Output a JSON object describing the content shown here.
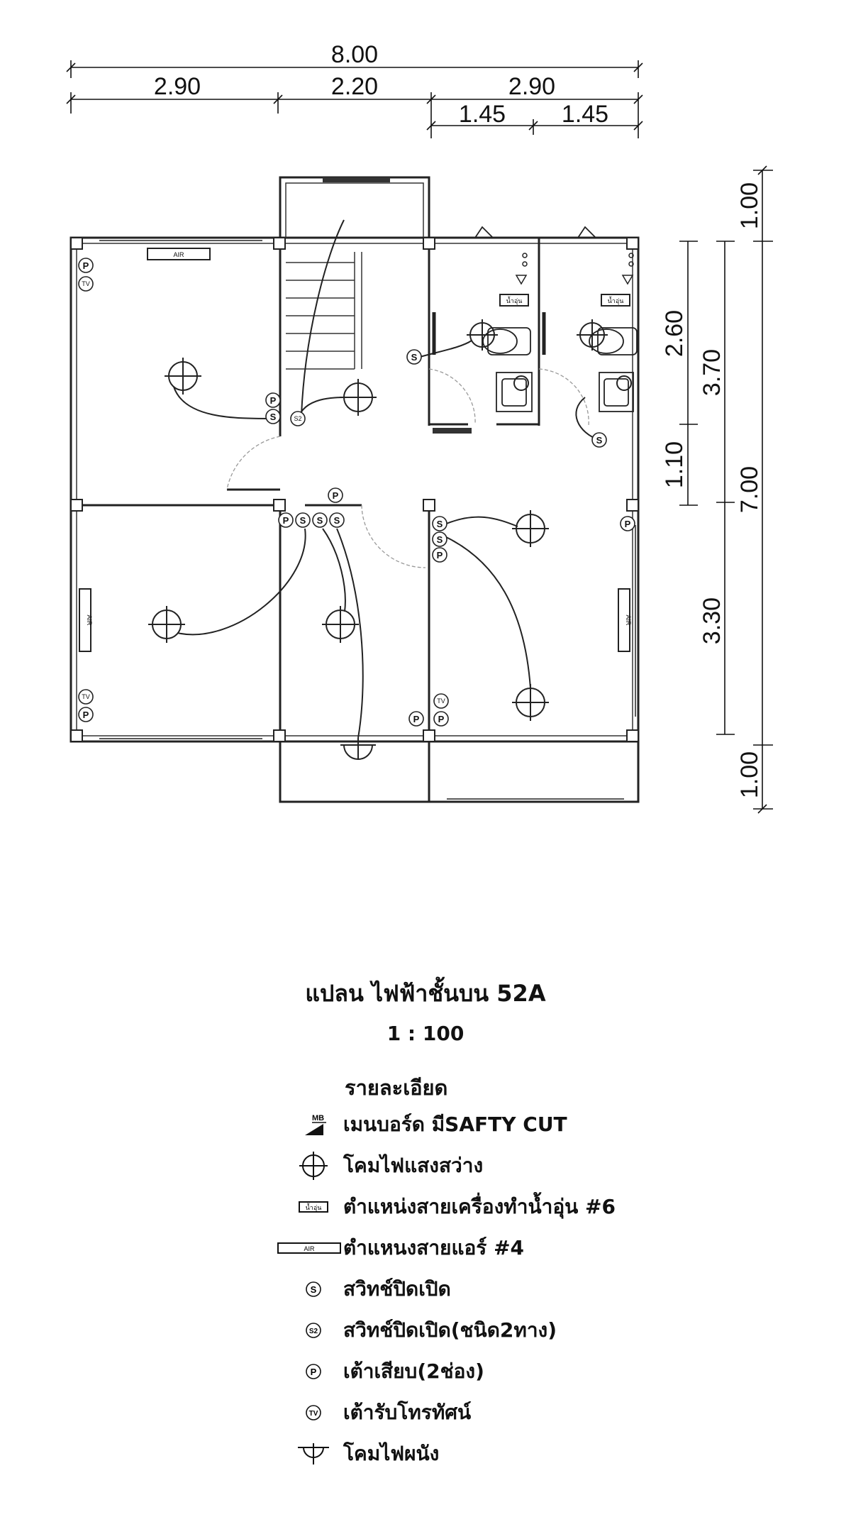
{
  "dimensions": {
    "total_width": "8.00",
    "left_span": "2.90",
    "middle_span": "2.20",
    "right_span": "2.90",
    "right_sub_a": "1.45",
    "right_sub_b": "1.45",
    "right_top": "1.00",
    "right_2_60": "2.60",
    "right_1_10": "1.10",
    "right_3_70": "3.70",
    "right_3_30": "3.30",
    "right_7_00": "7.00",
    "right_bottom": "1.00"
  },
  "symbols": {
    "plug": "P",
    "switch": "S",
    "switch_two_way": "S2",
    "tv": "TV",
    "ac_label": "AIR",
    "heater_label": "น้ำอุ่น",
    "mb_label": "MB"
  },
  "caption": {
    "title": "แปลน ไฟฟ้าชั้นบน  52A",
    "scale": "1 : 100"
  },
  "legend": {
    "heading": "รายละเอียด",
    "items": [
      {
        "icon": "main-board-icon",
        "label": "เมนบอร์ด  มีSAFTY CUT"
      },
      {
        "icon": "ceiling-light-icon",
        "label": "โคมไฟแสงสว่าง"
      },
      {
        "icon": "water-heater-icon",
        "label": "ตำแหน่งสายเครื่องทำน้ำอุ่น #6"
      },
      {
        "icon": "air-conditioner-icon",
        "label": "ตำแหนงสายแอร์ #4"
      },
      {
        "icon": "switch-icon",
        "label": "สวิทช์ปิดเปิด"
      },
      {
        "icon": "two-way-switch-icon",
        "label": "สวิทช์ปิดเปิด(ชนิด2ทาง)"
      },
      {
        "icon": "outlet-icon",
        "label": "เต้าเสียบ(2ช่อง)"
      },
      {
        "icon": "tv-outlet-icon",
        "label": "เต้ารับโทรทัศน์"
      },
      {
        "icon": "wall-light-icon",
        "label": "โคมไฟผนัง"
      }
    ]
  }
}
